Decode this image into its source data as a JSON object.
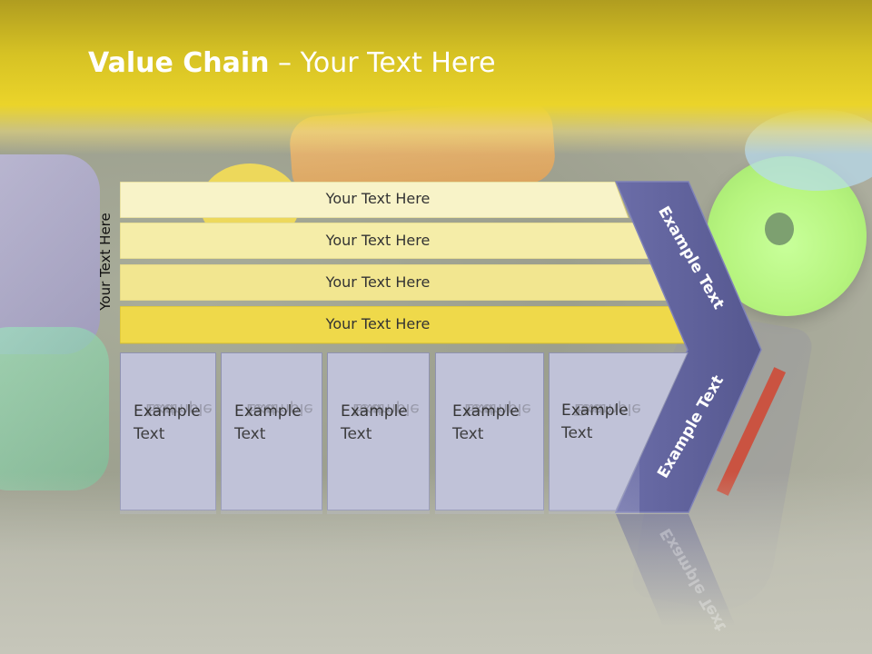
{
  "title": {
    "bold": "Value Chain",
    "rest": " – Your Text Here"
  },
  "side_label": "Your Text Here",
  "rows": [
    {
      "label": "Your Text Here"
    },
    {
      "label": "Your Text Here"
    },
    {
      "label": "Your Text Here"
    },
    {
      "label": "Your Text Here"
    }
  ],
  "boxes": [
    {
      "line1": "Example",
      "line2": "Text"
    },
    {
      "line1": "Example",
      "line2": "Text"
    },
    {
      "line1": "Example",
      "line2": "Text"
    },
    {
      "line1": "Example",
      "line2": "Text"
    },
    {
      "line1": "Example",
      "line2": "Text"
    }
  ],
  "chevron": {
    "upper_label": "Example Text",
    "lower_label": "Example Text"
  },
  "colors": {
    "chevron": "#5d5f99",
    "boxes": "#c0c2d8",
    "row_fills": [
      "#f8f3c8",
      "#f5eda8",
      "#f2e690",
      "#efd94a"
    ]
  }
}
